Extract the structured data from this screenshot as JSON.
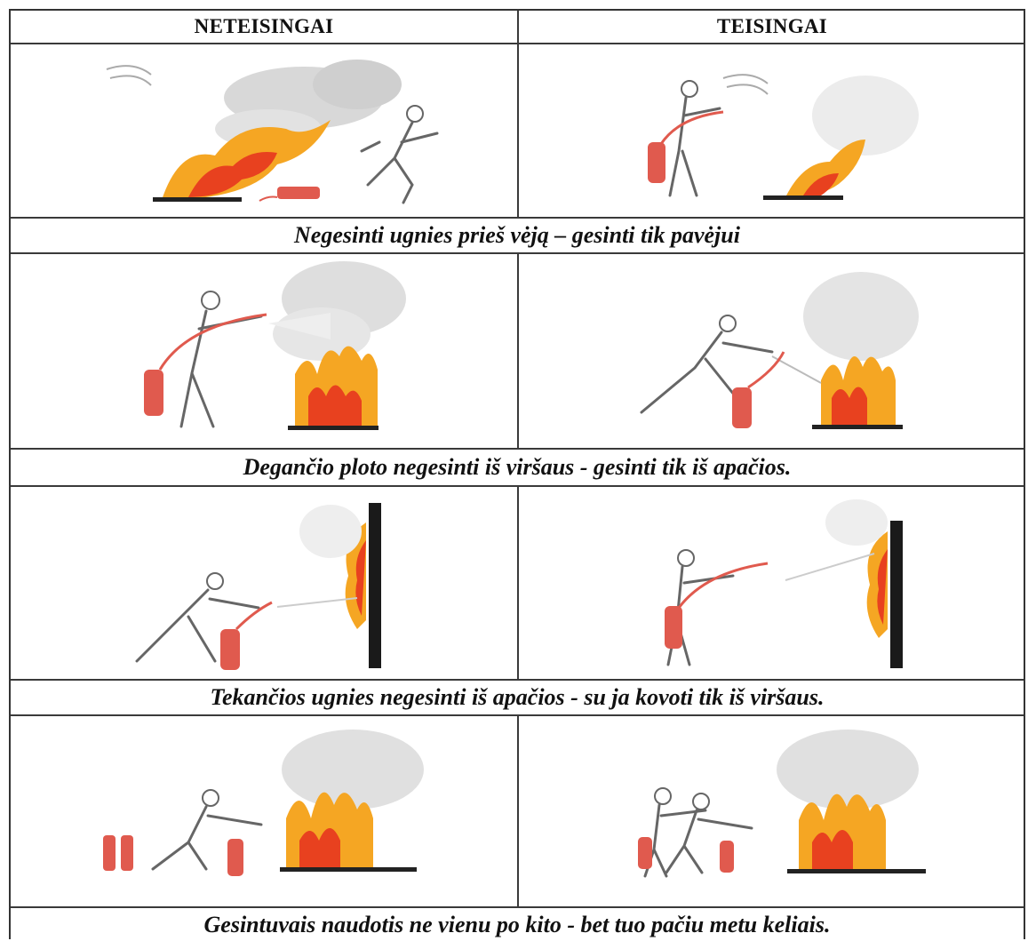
{
  "headers": {
    "wrong": "NETEISINGAI",
    "right": "TEISINGAI"
  },
  "captions": [
    "Negesinti ugnies prieš vėją – gesinti tik pavėjui",
    "Degančio ploto negesinti iš viršaus - gesinti tik iš apačios.",
    "Tekančios ugnies negesinti iš apačios - su ja kovoti tik iš viršaus.",
    "Gesintuvais naudotis ne vienu po kito - bet tuo pačiu metu keliais."
  ],
  "colors": {
    "flame_outer": "#f5a623",
    "flame_inner": "#e8411f",
    "extinguisher": "#e05a4e",
    "smoke": "#d8d8d8",
    "line": "#3a3a3a"
  },
  "illustrations": [
    {
      "row": 1,
      "wrong": "person-fleeing-fire-icon",
      "right": "person-extinguishing-downwind-icon"
    },
    {
      "row": 2,
      "wrong": "spraying-fire-top-icon",
      "right": "spraying-fire-base-icon"
    },
    {
      "row": 3,
      "wrong": "spraying-wall-fire-bottom-icon",
      "right": "spraying-wall-fire-top-icon"
    },
    {
      "row": 4,
      "wrong": "extinguishers-one-by-one-icon",
      "right": "extinguishers-simultaneous-icon"
    }
  ]
}
